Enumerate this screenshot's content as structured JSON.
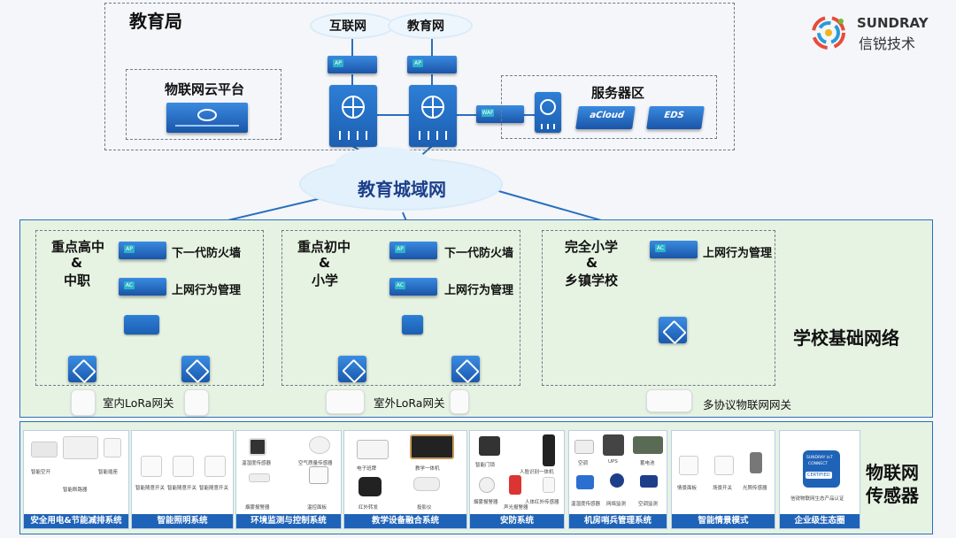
{
  "brand": {
    "name_en": "SUNDRAY",
    "name_cn": "信锐技术"
  },
  "bureau": {
    "title": "教育局",
    "clouds": {
      "internet": "互联网",
      "edu_net": "教育网"
    },
    "iot_platform": "物联网云平台",
    "server_zone": "服务器区",
    "servers": {
      "acloud": "aCloud",
      "eds": "EDS"
    }
  },
  "metro": "教育城域网",
  "school_network": {
    "title": "学校基础网络",
    "groups": [
      {
        "name_line1": "重点高中",
        "name_line2": "&",
        "name_line3": "中职",
        "firewall": "下一代防火墙",
        "behavior": "上网行为管理"
      },
      {
        "name_line1": "重点初中",
        "name_line2": "&",
        "name_line3": "小学",
        "firewall": "下一代防火墙",
        "behavior": "上网行为管理"
      },
      {
        "name_line1": "完全小学",
        "name_line2": "&",
        "name_line3": "乡镇学校",
        "behavior": "上网行为管理"
      }
    ],
    "gateways": [
      "室内LoRa网关",
      "室外LoRa网关",
      "多协议物联网网关"
    ]
  },
  "sensors": {
    "title_line1": "物联网",
    "title_line2": "传感器",
    "panels": [
      "安全用电&节能减排系统",
      "智能照明系统",
      "环境监测与控制系统",
      "教学设备融合系统",
      "安防系统",
      "机房哨兵管理系统",
      "智能情景模式",
      "企业级生态圈"
    ],
    "small_labels": {
      "p1": [
        "智能空开",
        "智能插座",
        "智能断路器"
      ],
      "p2": [
        "智能随意开关",
        "智能随意开关",
        "智能随意开关"
      ],
      "p3": [
        "温湿度传感器",
        "空气质量传感器",
        "烟雾报警器",
        "温控面板"
      ],
      "p4": [
        "电子班牌",
        "教学一体机",
        "红外转发",
        "投影仪"
      ],
      "p5": [
        "智能门锁",
        "人脸识别一体机",
        "烟雾报警器",
        "声光报警器",
        "人体红外传感器"
      ],
      "p6": [
        "空调",
        "UPS",
        "蓄电池",
        "温湿度传感器",
        "网络监测",
        "空调监测"
      ],
      "p7": [
        "情景面板",
        "场景开关",
        "光照传感器"
      ],
      "p8": [
        "SUNDRAY IoT",
        "CONNECT",
        "CERTIFIED",
        "信锐物联网生态产品认证"
      ]
    }
  },
  "device_tags": {
    "ap": "AP",
    "ac": "AC",
    "waf": "WAF"
  },
  "colors": {
    "accent": "#1f63b8",
    "school_bg": "#e6f3e2",
    "sensor_bg": "#e6f3e2",
    "link": "#2a6fbf"
  }
}
